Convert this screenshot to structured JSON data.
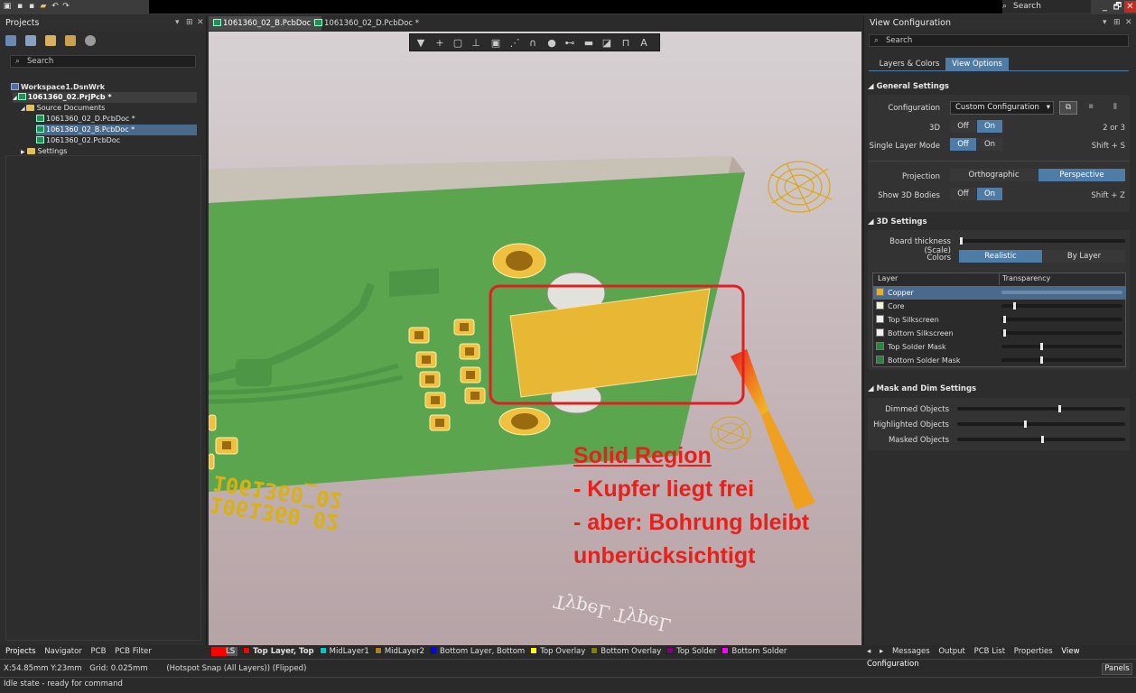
{
  "window": {
    "search_label": "Search",
    "buttons": [
      "_",
      "🗗",
      "✕"
    ]
  },
  "left_panel": {
    "title": "Projects",
    "header_controls": [
      "▾",
      "⊞",
      "✕"
    ],
    "search_placeholder": "Search",
    "tree": [
      {
        "label": "Workspace1.DsnWrk"
      },
      {
        "label": "1061360_02.PrjPcb *"
      },
      {
        "label": "Source Documents"
      },
      {
        "label": "1061360_02_D.PcbDoc *"
      },
      {
        "label": "1061360_02_B.PcbDoc *"
      },
      {
        "label": "1061360_02.PcbDoc"
      },
      {
        "label": "Settings"
      }
    ],
    "bottom_tabs": [
      "Projects",
      "Navigator",
      "PCB",
      "PCB Filter"
    ]
  },
  "doc_tabs": [
    {
      "label": "1061360_02_B.PcbDoc *",
      "active": true
    },
    {
      "label": "1061360_02_D.PcbDoc *",
      "active": false
    }
  ],
  "viewport": {
    "silk_text_1": "1061360_02",
    "silk_text_2": "1061360_02",
    "annotation": {
      "line1": "Solid Region",
      "line2": "- Kupfer liegt frei",
      "line3": "- aber: Bohrung bleibt",
      "line4": "unberücksichtigt"
    }
  },
  "right_panel": {
    "title": "View Configuration",
    "header_controls": [
      "▾",
      "⊞",
      "✕"
    ],
    "search_placeholder": "Search",
    "tabs": [
      {
        "label": "Layers & Colors",
        "active": false
      },
      {
        "label": "View Options",
        "active": true
      }
    ],
    "general": {
      "section": "General Settings",
      "config_label": "Configuration",
      "config_value": "Custom Configuration",
      "threed_label": "3D",
      "threed_off": "Off",
      "threed_on": "On",
      "threed_hint": "2 or 3",
      "single_layer_label": "Single Layer Mode",
      "single_off": "Off",
      "single_on": "On",
      "single_hint": "Shift + S",
      "projection_label": "Projection",
      "proj_ortho": "Orthographic",
      "proj_persp": "Perspective",
      "bodies_label": "Show 3D Bodies",
      "bodies_off": "Off",
      "bodies_on": "On",
      "bodies_hint": "Shift + Z"
    },
    "threed": {
      "section": "3D Settings",
      "thickness_label": "Board thickness (Scale)",
      "colors_label": "Colors",
      "colors_realistic": "Realistic",
      "colors_bylayer": "By Layer",
      "col_layer": "Layer",
      "col_transparency": "Transparency",
      "layers": [
        {
          "name": "Copper",
          "color": "#e8b020",
          "transparency": 0.0
        },
        {
          "name": "Core",
          "color": "#f4f4d8",
          "transparency": 0.09
        },
        {
          "name": "Top Silkscreen",
          "color": "#f0f0f0",
          "transparency": 0.01
        },
        {
          "name": "Bottom Silkscreen",
          "color": "#f0f0f0",
          "transparency": 0.01
        },
        {
          "name": "Top Solder Mask",
          "color": "#1e8a3a",
          "transparency": 0.31
        },
        {
          "name": "Bottom Solder Mask",
          "color": "#1e8a3a",
          "transparency": 0.31
        }
      ]
    },
    "mask": {
      "section": "Mask and Dim Settings",
      "dimmed_label": "Dimmed Objects",
      "dimmed_value": 0.6,
      "highlighted_label": "Highlighted Objects",
      "highlighted_value": 0.4,
      "masked_label": "Masked Objects",
      "masked_value": 0.5
    },
    "bottom_tabs": [
      "Messages",
      "Output",
      "PCB List",
      "Properties",
      "View Configuration"
    ]
  },
  "layer_tabs": [
    {
      "label": "LS",
      "color": "#ff0000"
    },
    {
      "label": "Top Layer, Top",
      "color": "#ff0000"
    },
    {
      "label": "MidLayer1",
      "color": "#00c8c8"
    },
    {
      "label": "MidLayer2",
      "color": "#b08020"
    },
    {
      "label": "Bottom Layer, Bottom",
      "color": "#0000ff"
    },
    {
      "label": "Top Overlay",
      "color": "#ffff00"
    },
    {
      "label": "Bottom Overlay",
      "color": "#808000"
    },
    {
      "label": "Top Solder",
      "color": "#800080"
    },
    {
      "label": "Bottom Solder",
      "color": "#ff00ff"
    }
  ],
  "status": {
    "coords": "X:54.85mm Y:23mm",
    "grid": "Grid: 0.025mm",
    "snap": "(Hotspot Snap (All Layers)) (Flipped)",
    "state": "Idle state - ready for command",
    "panels_button": "Panels"
  }
}
